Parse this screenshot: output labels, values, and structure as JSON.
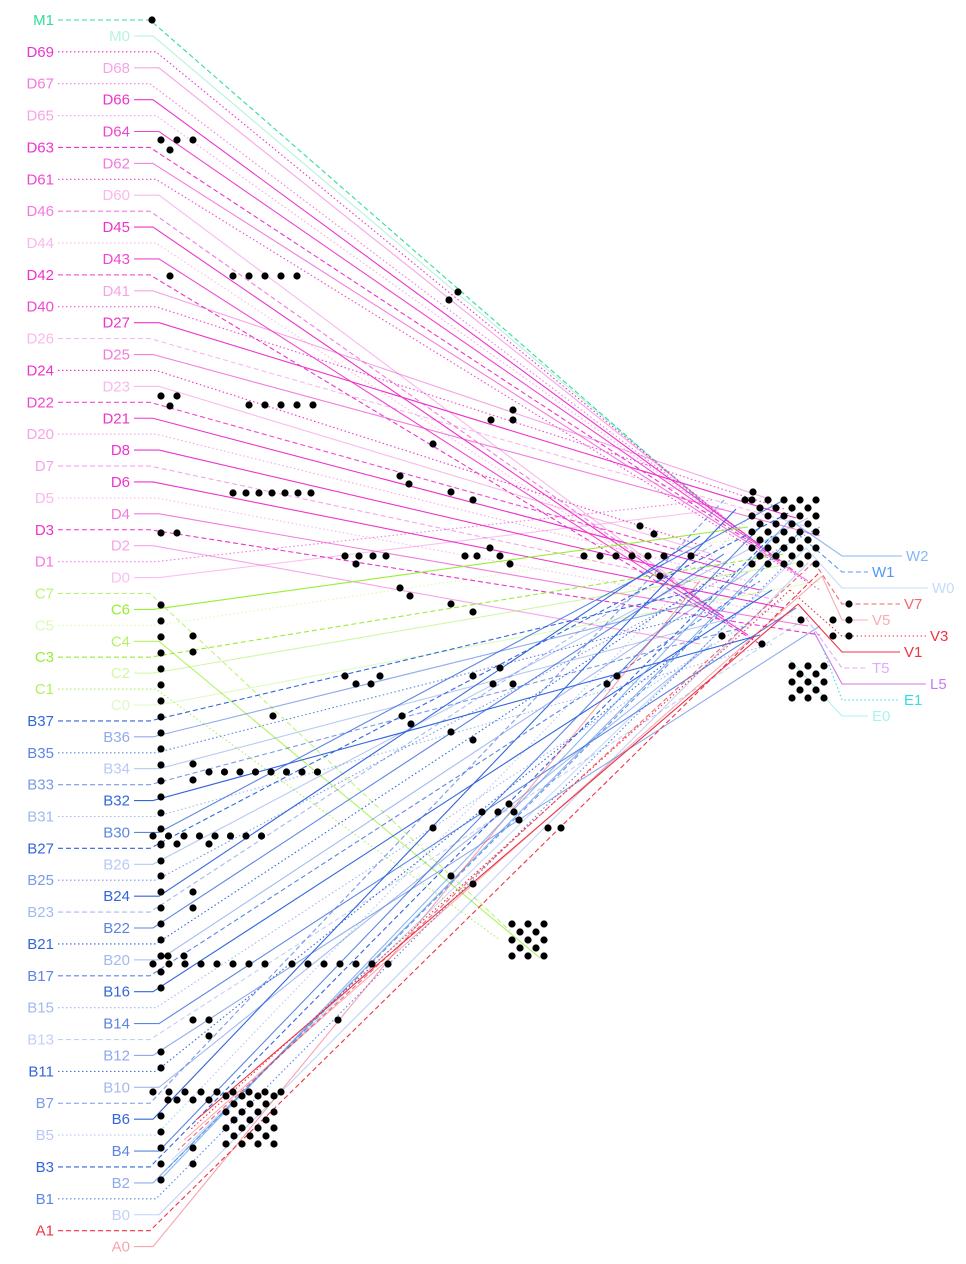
{
  "palette": {
    "M": "#33dd99",
    "D": "#ee33cc",
    "C": "#99ee33",
    "B": "#3366dd",
    "A": "#ee3344",
    "W": "#5599ee",
    "V": "#ee3344",
    "T": "#cc77ee",
    "L": "#cc77ee",
    "E": "#33dddd"
  },
  "left_terminals": [
    {
      "label": "M1",
      "group": "M",
      "tone": 1.0,
      "style": "dash"
    },
    {
      "label": "M0",
      "group": "M",
      "tone": 0.35,
      "style": "solid"
    },
    {
      "label": "D69",
      "group": "D",
      "tone": 1.0,
      "style": "dot"
    },
    {
      "label": "D68",
      "group": "D",
      "tone": 0.45,
      "style": "solid"
    },
    {
      "label": "D67",
      "group": "D",
      "tone": 0.65,
      "style": "dot"
    },
    {
      "label": "D66",
      "group": "D",
      "tone": 1.0,
      "style": "solid"
    },
    {
      "label": "D65",
      "group": "D",
      "tone": 0.45,
      "style": "dot"
    },
    {
      "label": "D64",
      "group": "D",
      "tone": 0.9,
      "style": "solid"
    },
    {
      "label": "D63",
      "group": "D",
      "tone": 1.0,
      "style": "dash"
    },
    {
      "label": "D62",
      "group": "D",
      "tone": 0.65,
      "style": "solid"
    },
    {
      "label": "D61",
      "group": "D",
      "tone": 0.9,
      "style": "dot"
    },
    {
      "label": "D60",
      "group": "D",
      "tone": 0.35,
      "style": "solid"
    },
    {
      "label": "D46",
      "group": "D",
      "tone": 0.65,
      "style": "dash"
    },
    {
      "label": "D45",
      "group": "D",
      "tone": 1.0,
      "style": "solid"
    },
    {
      "label": "D44",
      "group": "D",
      "tone": 0.35,
      "style": "dot"
    },
    {
      "label": "D43",
      "group": "D",
      "tone": 0.9,
      "style": "solid"
    },
    {
      "label": "D42",
      "group": "D",
      "tone": 1.0,
      "style": "dash"
    },
    {
      "label": "D41",
      "group": "D",
      "tone": 0.45,
      "style": "solid"
    },
    {
      "label": "D40",
      "group": "D",
      "tone": 0.9,
      "style": "dot"
    },
    {
      "label": "D27",
      "group": "D",
      "tone": 1.0,
      "style": "solid"
    },
    {
      "label": "D26",
      "group": "D",
      "tone": 0.35,
      "style": "dash"
    },
    {
      "label": "D25",
      "group": "D",
      "tone": 0.65,
      "style": "solid"
    },
    {
      "label": "D24",
      "group": "D",
      "tone": 1.0,
      "style": "dot"
    },
    {
      "label": "D23",
      "group": "D",
      "tone": 0.35,
      "style": "solid"
    },
    {
      "label": "D22",
      "group": "D",
      "tone": 0.9,
      "style": "dash"
    },
    {
      "label": "D21",
      "group": "D",
      "tone": 1.0,
      "style": "solid"
    },
    {
      "label": "D20",
      "group": "D",
      "tone": 0.45,
      "style": "dot"
    },
    {
      "label": "D8",
      "group": "D",
      "tone": 1.0,
      "style": "solid"
    },
    {
      "label": "D7",
      "group": "D",
      "tone": 0.45,
      "style": "dash"
    },
    {
      "label": "D6",
      "group": "D",
      "tone": 1.0,
      "style": "solid"
    },
    {
      "label": "D5",
      "group": "D",
      "tone": 0.35,
      "style": "dot"
    },
    {
      "label": "D4",
      "group": "D",
      "tone": 0.65,
      "style": "solid"
    },
    {
      "label": "D3",
      "group": "D",
      "tone": 1.0,
      "style": "dash"
    },
    {
      "label": "D2",
      "group": "D",
      "tone": 0.45,
      "style": "solid"
    },
    {
      "label": "D1",
      "group": "D",
      "tone": 0.65,
      "style": "dot"
    },
    {
      "label": "D0",
      "group": "D",
      "tone": 0.3,
      "style": "solid"
    },
    {
      "label": "C7",
      "group": "C",
      "tone": 0.65,
      "style": "dash"
    },
    {
      "label": "C6",
      "group": "C",
      "tone": 1.0,
      "style": "solid"
    },
    {
      "label": "C5",
      "group": "C",
      "tone": 0.35,
      "style": "dot"
    },
    {
      "label": "C4",
      "group": "C",
      "tone": 0.75,
      "style": "solid"
    },
    {
      "label": "C3",
      "group": "C",
      "tone": 1.0,
      "style": "dash"
    },
    {
      "label": "C2",
      "group": "C",
      "tone": 0.45,
      "style": "solid"
    },
    {
      "label": "C1",
      "group": "C",
      "tone": 0.8,
      "style": "dot"
    },
    {
      "label": "C0",
      "group": "C",
      "tone": 0.3,
      "style": "solid"
    },
    {
      "label": "B37",
      "group": "B",
      "tone": 1.0,
      "style": "dash"
    },
    {
      "label": "B36",
      "group": "B",
      "tone": 0.55,
      "style": "solid"
    },
    {
      "label": "B35",
      "group": "B",
      "tone": 0.8,
      "style": "dot"
    },
    {
      "label": "B34",
      "group": "B",
      "tone": 0.35,
      "style": "solid"
    },
    {
      "label": "B33",
      "group": "B",
      "tone": 0.65,
      "style": "dash"
    },
    {
      "label": "B32",
      "group": "B",
      "tone": 1.0,
      "style": "solid"
    },
    {
      "label": "B31",
      "group": "B",
      "tone": 0.45,
      "style": "dot"
    },
    {
      "label": "B30",
      "group": "B",
      "tone": 0.8,
      "style": "solid"
    },
    {
      "label": "B27",
      "group": "B",
      "tone": 1.0,
      "style": "dash"
    },
    {
      "label": "B26",
      "group": "B",
      "tone": 0.35,
      "style": "solid"
    },
    {
      "label": "B25",
      "group": "B",
      "tone": 0.65,
      "style": "dot"
    },
    {
      "label": "B24",
      "group": "B",
      "tone": 1.0,
      "style": "solid"
    },
    {
      "label": "B23",
      "group": "B",
      "tone": 0.45,
      "style": "dash"
    },
    {
      "label": "B22",
      "group": "B",
      "tone": 0.8,
      "style": "solid"
    },
    {
      "label": "B21",
      "group": "B",
      "tone": 1.0,
      "style": "dot"
    },
    {
      "label": "B20",
      "group": "B",
      "tone": 0.45,
      "style": "solid"
    },
    {
      "label": "B17",
      "group": "B",
      "tone": 0.8,
      "style": "dash"
    },
    {
      "label": "B16",
      "group": "B",
      "tone": 1.0,
      "style": "solid"
    },
    {
      "label": "B15",
      "group": "B",
      "tone": 0.45,
      "style": "dot"
    },
    {
      "label": "B14",
      "group": "B",
      "tone": 0.8,
      "style": "solid"
    },
    {
      "label": "B13",
      "group": "B",
      "tone": 0.3,
      "style": "dash"
    },
    {
      "label": "B12",
      "group": "B",
      "tone": 0.55,
      "style": "solid"
    },
    {
      "label": "B11",
      "group": "B",
      "tone": 1.0,
      "style": "dot"
    },
    {
      "label": "B10",
      "group": "B",
      "tone": 0.45,
      "style": "solid"
    },
    {
      "label": "B7",
      "group": "B",
      "tone": 0.65,
      "style": "dash"
    },
    {
      "label": "B6",
      "group": "B",
      "tone": 1.0,
      "style": "solid"
    },
    {
      "label": "B5",
      "group": "B",
      "tone": 0.35,
      "style": "dot"
    },
    {
      "label": "B4",
      "group": "B",
      "tone": 0.8,
      "style": "solid"
    },
    {
      "label": "B3",
      "group": "B",
      "tone": 1.0,
      "style": "dash"
    },
    {
      "label": "B2",
      "group": "B",
      "tone": 0.55,
      "style": "solid"
    },
    {
      "label": "B1",
      "group": "B",
      "tone": 0.8,
      "style": "dot"
    },
    {
      "label": "B0",
      "group": "B",
      "tone": 0.3,
      "style": "solid"
    },
    {
      "label": "A1",
      "group": "A",
      "tone": 1.0,
      "style": "dash"
    },
    {
      "label": "A0",
      "group": "A",
      "tone": 0.45,
      "style": "solid"
    }
  ],
  "right_terminals": [
    {
      "label": "W2",
      "group": "W",
      "tone": 0.7,
      "style": "solid"
    },
    {
      "label": "W1",
      "group": "W",
      "tone": 1.0,
      "style": "dash"
    },
    {
      "label": "W0",
      "group": "W",
      "tone": 0.35,
      "style": "solid"
    },
    {
      "label": "V7",
      "group": "V",
      "tone": 0.75,
      "style": "dash"
    },
    {
      "label": "V5",
      "group": "V",
      "tone": 0.4,
      "style": "solid"
    },
    {
      "label": "V3",
      "group": "V",
      "tone": 1.0,
      "style": "dot"
    },
    {
      "label": "V1",
      "group": "V",
      "tone": 1.0,
      "style": "solid"
    },
    {
      "label": "T5",
      "group": "T",
      "tone": 0.6,
      "style": "dash"
    },
    {
      "label": "L5",
      "group": "L",
      "tone": 1.0,
      "style": "solid"
    },
    {
      "label": "E1",
      "group": "E",
      "tone": 1.0,
      "style": "dot"
    },
    {
      "label": "E0",
      "group": "E",
      "tone": 0.4,
      "style": "solid"
    }
  ]
}
